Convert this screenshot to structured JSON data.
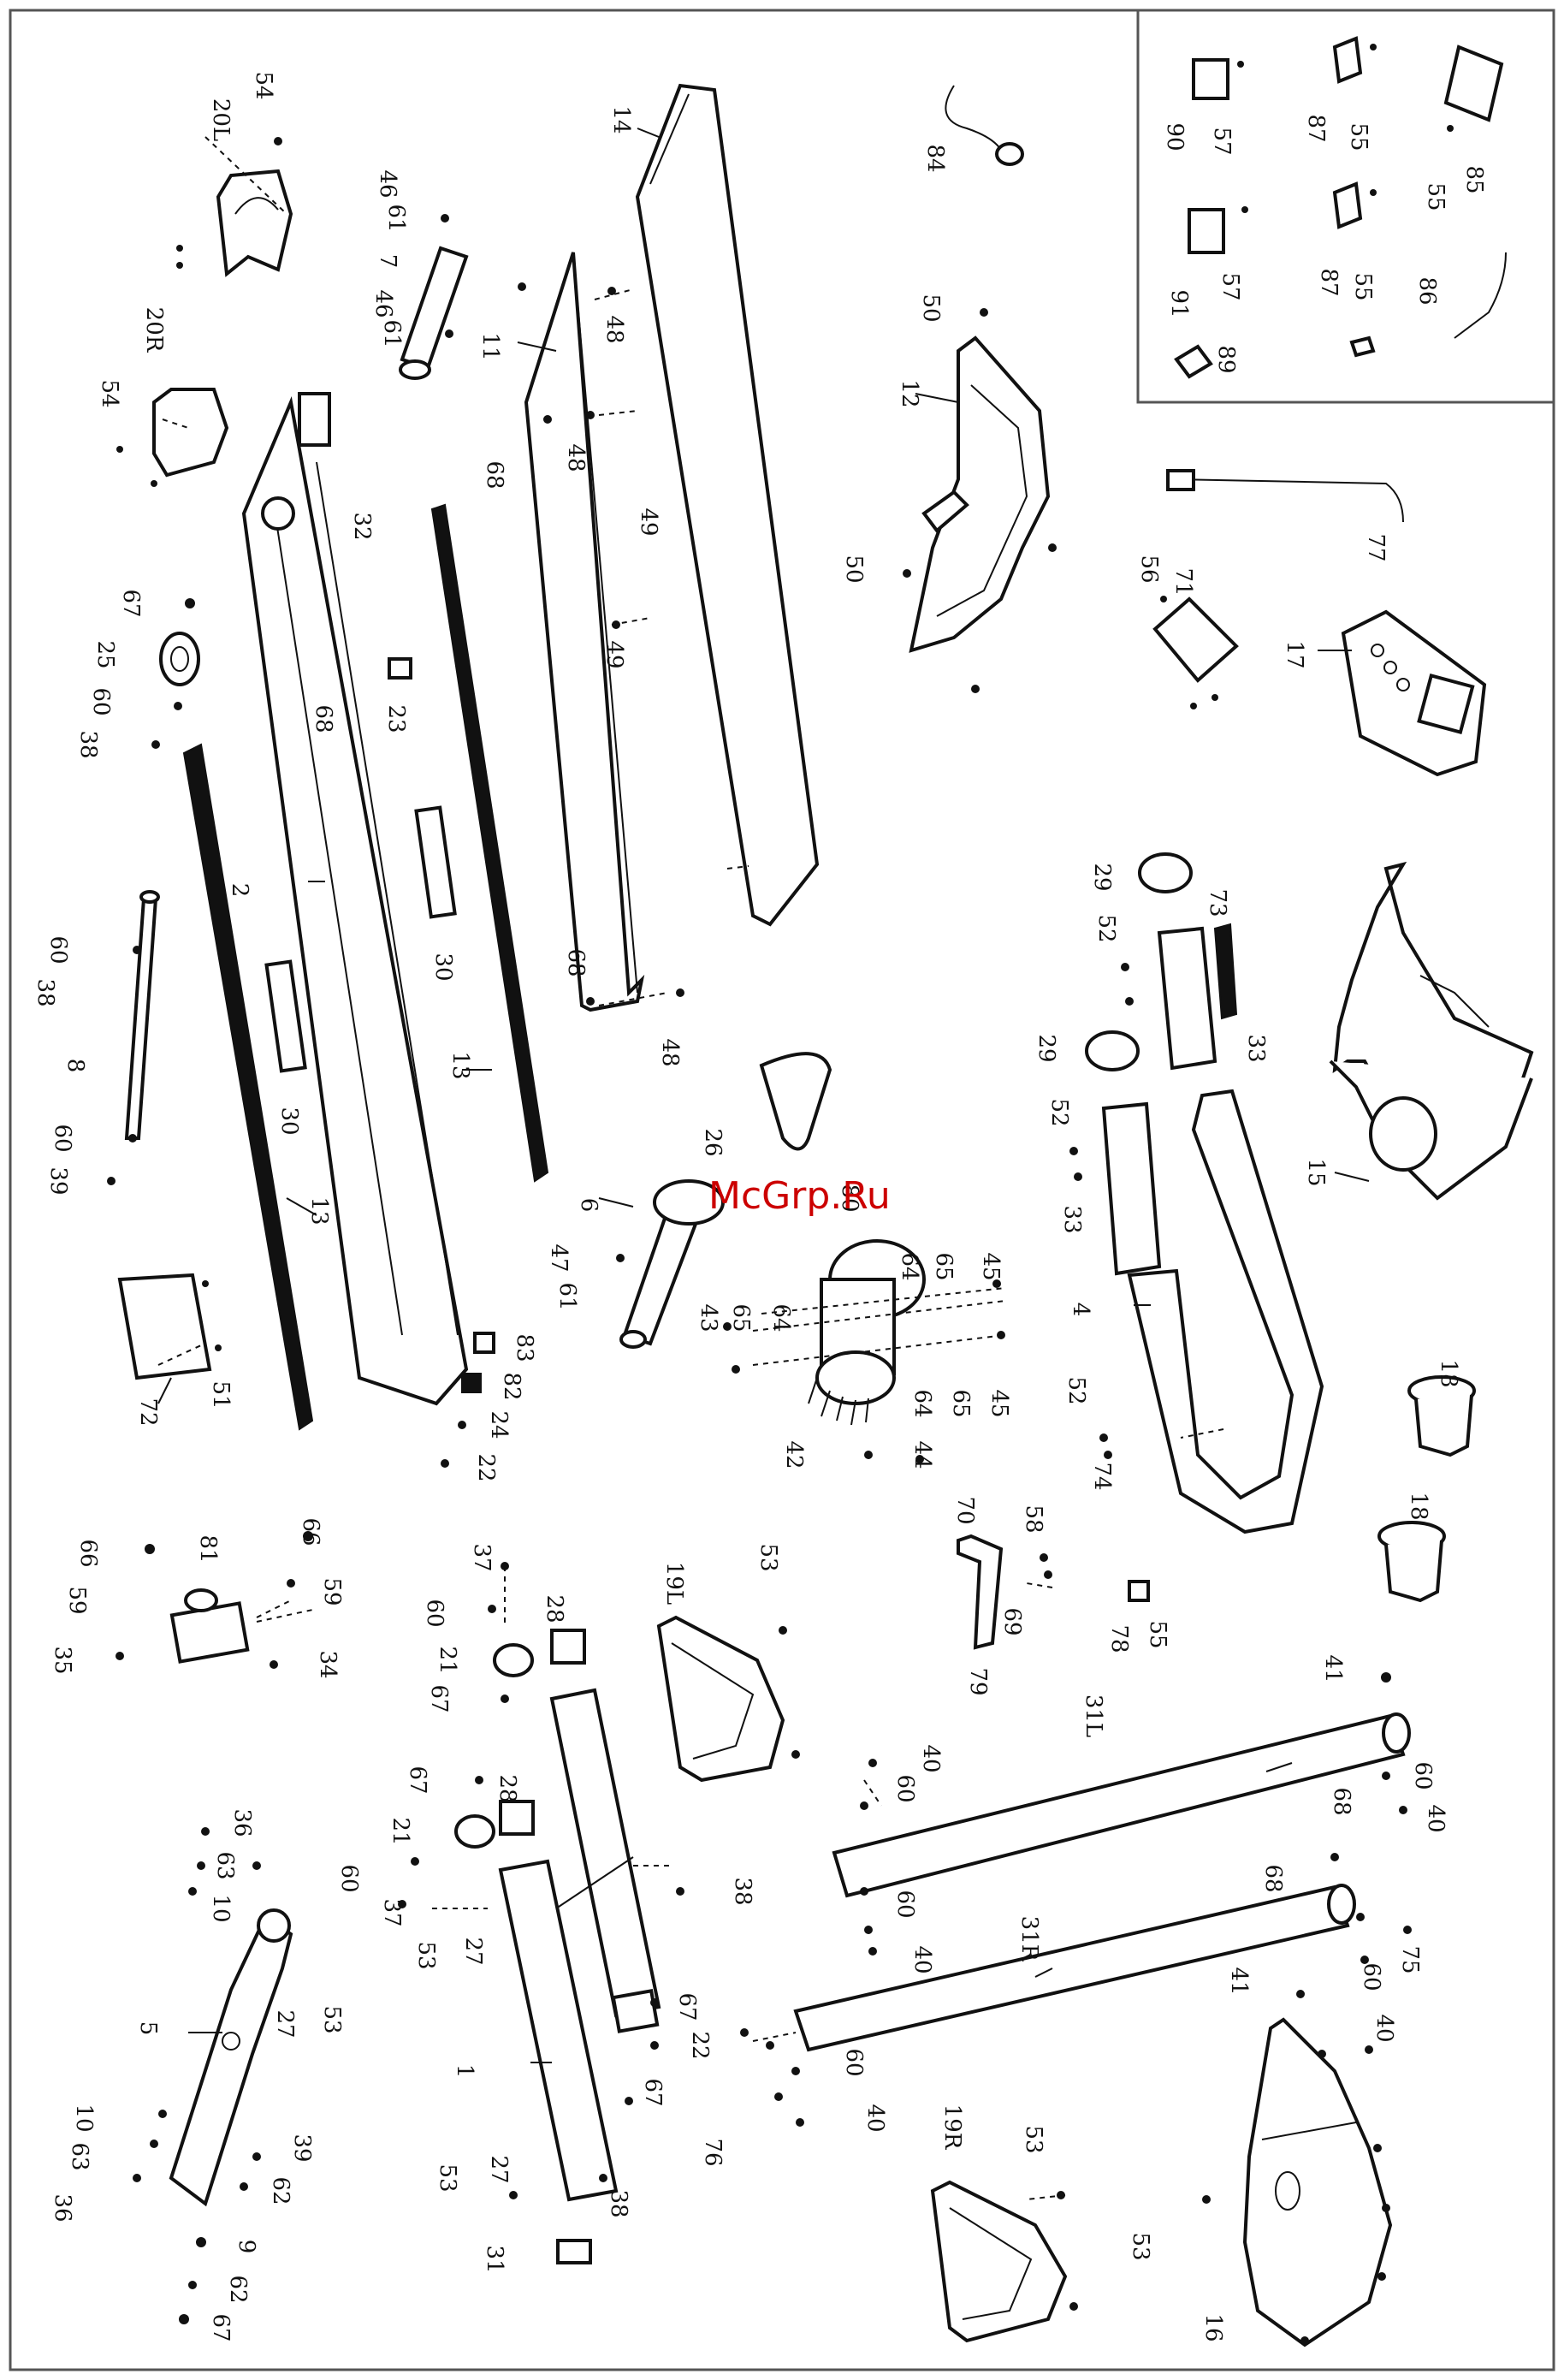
{
  "watermark": "McGrp.Ru",
  "parts": [
    {
      "id": "p1",
      "label": "1"
    },
    {
      "id": "p2",
      "label": "2"
    },
    {
      "id": "p4",
      "label": "4"
    },
    {
      "id": "p5",
      "label": "5"
    },
    {
      "id": "p6",
      "label": "6"
    },
    {
      "id": "p7",
      "label": "7"
    },
    {
      "id": "p8",
      "label": "8"
    },
    {
      "id": "p9",
      "label": "9"
    },
    {
      "id": "p10a",
      "label": "10"
    },
    {
      "id": "p10b",
      "label": "10"
    },
    {
      "id": "p11",
      "label": "11"
    },
    {
      "id": "p12",
      "label": "12"
    },
    {
      "id": "p13a",
      "label": "13"
    },
    {
      "id": "p13b",
      "label": "13"
    },
    {
      "id": "p14",
      "label": "14"
    },
    {
      "id": "p15",
      "label": "15"
    },
    {
      "id": "p16",
      "label": "16"
    },
    {
      "id": "p17",
      "label": "17"
    },
    {
      "id": "p18a",
      "label": "18"
    },
    {
      "id": "p18b",
      "label": "18"
    },
    {
      "id": "p19l",
      "label": "19L"
    },
    {
      "id": "p19r",
      "label": "19R"
    },
    {
      "id": "p20l",
      "label": "20L"
    },
    {
      "id": "p20r",
      "label": "20R"
    },
    {
      "id": "p21a",
      "label": "21"
    },
    {
      "id": "p21b",
      "label": "21"
    },
    {
      "id": "p22a",
      "label": "22"
    },
    {
      "id": "p22b",
      "label": "22"
    },
    {
      "id": "p23",
      "label": "23"
    },
    {
      "id": "p24",
      "label": "24"
    },
    {
      "id": "p25",
      "label": "25"
    },
    {
      "id": "p26",
      "label": "26"
    },
    {
      "id": "p27a",
      "label": "27"
    },
    {
      "id": "p27b",
      "label": "27"
    },
    {
      "id": "p27c",
      "label": "27"
    },
    {
      "id": "p28a",
      "label": "28"
    },
    {
      "id": "p28b",
      "label": "28"
    },
    {
      "id": "p29a",
      "label": "29"
    },
    {
      "id": "p29b",
      "label": "29"
    },
    {
      "id": "p30a",
      "label": "30"
    },
    {
      "id": "p30b",
      "label": "30"
    },
    {
      "id": "p31",
      "label": "31"
    },
    {
      "id": "p31l",
      "label": "31L"
    },
    {
      "id": "p31r",
      "label": "31R"
    },
    {
      "id": "p32",
      "label": "32"
    },
    {
      "id": "p33a",
      "label": "33"
    },
    {
      "id": "p33b",
      "label": "33"
    },
    {
      "id": "p34",
      "label": "34"
    },
    {
      "id": "p35",
      "label": "35"
    },
    {
      "id": "p36a",
      "label": "36"
    },
    {
      "id": "p36b",
      "label": "36"
    },
    {
      "id": "p37a",
      "label": "37"
    },
    {
      "id": "p37b",
      "label": "37"
    },
    {
      "id": "p38a",
      "label": "38"
    },
    {
      "id": "p38b",
      "label": "38"
    },
    {
      "id": "p38c",
      "label": "38"
    },
    {
      "id": "p38d",
      "label": "38"
    },
    {
      "id": "p39a",
      "label": "39"
    },
    {
      "id": "p39b",
      "label": "39"
    },
    {
      "id": "p40a",
      "label": "40"
    },
    {
      "id": "p40b",
      "label": "40"
    },
    {
      "id": "p40c",
      "label": "40"
    },
    {
      "id": "p40d",
      "label": "40"
    },
    {
      "id": "p40e",
      "label": "40"
    },
    {
      "id": "p41a",
      "label": "41"
    },
    {
      "id": "p41b",
      "label": "41"
    },
    {
      "id": "p42",
      "label": "42"
    },
    {
      "id": "p43",
      "label": "43"
    },
    {
      "id": "p44",
      "label": "44"
    },
    {
      "id": "p45a",
      "label": "45"
    },
    {
      "id": "p45b",
      "label": "45"
    },
    {
      "id": "p46a",
      "label": "46"
    },
    {
      "id": "p46b",
      "label": "46"
    },
    {
      "id": "p47",
      "label": "47"
    },
    {
      "id": "p48a",
      "label": "48"
    },
    {
      "id": "p48b",
      "label": "48"
    },
    {
      "id": "p48c",
      "label": "48"
    },
    {
      "id": "p49a",
      "label": "49"
    },
    {
      "id": "p49b",
      "label": "49"
    },
    {
      "id": "p50a",
      "label": "50"
    },
    {
      "id": "p50b",
      "label": "50"
    },
    {
      "id": "p51",
      "label": "51"
    },
    {
      "id": "p52a",
      "label": "52"
    },
    {
      "id": "p52b",
      "label": "52"
    },
    {
      "id": "p52c",
      "label": "52"
    },
    {
      "id": "p53a",
      "label": "53"
    },
    {
      "id": "p53b",
      "label": "53"
    },
    {
      "id": "p53c",
      "label": "53"
    },
    {
      "id": "p53d",
      "label": "53"
    },
    {
      "id": "p53e",
      "label": "53"
    },
    {
      "id": "p53f",
      "label": "53"
    },
    {
      "id": "p54a",
      "label": "54"
    },
    {
      "id": "p54b",
      "label": "54"
    },
    {
      "id": "p55a",
      "label": "55"
    },
    {
      "id": "p55b",
      "label": "55"
    },
    {
      "id": "p55c",
      "label": "55"
    },
    {
      "id": "p55d",
      "label": "55"
    },
    {
      "id": "p56",
      "label": "56"
    },
    {
      "id": "p57a",
      "label": "57"
    },
    {
      "id": "p57b",
      "label": "57"
    },
    {
      "id": "p58",
      "label": "58"
    },
    {
      "id": "p59a",
      "label": "59"
    },
    {
      "id": "p59b",
      "label": "59"
    },
    {
      "id": "p60a",
      "label": "60"
    },
    {
      "id": "p60b",
      "label": "60"
    },
    {
      "id": "p60c",
      "label": "60"
    },
    {
      "id": "p60d",
      "label": "60"
    },
    {
      "id": "p60e",
      "label": "60"
    },
    {
      "id": "p60f",
      "label": "60"
    },
    {
      "id": "p60g",
      "label": "60"
    },
    {
      "id": "p60h",
      "label": "60"
    },
    {
      "id": "p60i",
      "label": "60"
    },
    {
      "id": "p60j",
      "label": "60"
    },
    {
      "id": "p61a",
      "label": "61"
    },
    {
      "id": "p61b",
      "label": "61"
    },
    {
      "id": "p61c",
      "label": "61"
    },
    {
      "id": "p62a",
      "label": "62"
    },
    {
      "id": "p62b",
      "label": "62"
    },
    {
      "id": "p63a",
      "label": "63"
    },
    {
      "id": "p63b",
      "label": "63"
    },
    {
      "id": "p64a",
      "label": "64"
    },
    {
      "id": "p64b",
      "label": "64"
    },
    {
      "id": "p64c",
      "label": "64"
    },
    {
      "id": "p65a",
      "label": "65"
    },
    {
      "id": "p65b",
      "label": "65"
    },
    {
      "id": "p65c",
      "label": "65"
    },
    {
      "id": "p66a",
      "label": "66"
    },
    {
      "id": "p66b",
      "label": "66"
    },
    {
      "id": "p67a",
      "label": "67"
    },
    {
      "id": "p67b",
      "label": "67"
    },
    {
      "id": "p67c",
      "label": "67"
    },
    {
      "id": "p67d",
      "label": "67"
    },
    {
      "id": "p67e",
      "label": "67"
    },
    {
      "id": "p67f",
      "label": "67"
    },
    {
      "id": "p68a",
      "label": "68"
    },
    {
      "id": "p68b",
      "label": "68"
    },
    {
      "id": "p68c",
      "label": "68"
    },
    {
      "id": "p68d",
      "label": "68"
    },
    {
      "id": "p68e",
      "label": "68"
    },
    {
      "id": "p69",
      "label": "69"
    },
    {
      "id": "p70",
      "label": "70"
    },
    {
      "id": "p71",
      "label": "71"
    },
    {
      "id": "p72",
      "label": "72"
    },
    {
      "id": "p73",
      "label": "73"
    },
    {
      "id": "p74",
      "label": "74"
    },
    {
      "id": "p75",
      "label": "75"
    },
    {
      "id": "p76",
      "label": "76"
    },
    {
      "id": "p77",
      "label": "77"
    },
    {
      "id": "p78",
      "label": "78"
    },
    {
      "id": "p79",
      "label": "79"
    },
    {
      "id": "p80",
      "label": "80"
    },
    {
      "id": "p81",
      "label": "81"
    },
    {
      "id": "p82",
      "label": "82"
    },
    {
      "id": "p83",
      "label": "83"
    },
    {
      "id": "p84",
      "label": "84"
    },
    {
      "id": "p85",
      "label": "85"
    },
    {
      "id": "p86",
      "label": "86"
    },
    {
      "id": "p87a",
      "label": "87"
    },
    {
      "id": "p87b",
      "label": "87"
    },
    {
      "id": "p89",
      "label": "89"
    },
    {
      "id": "p90",
      "label": "90"
    },
    {
      "id": "p91",
      "label": "91"
    }
  ]
}
